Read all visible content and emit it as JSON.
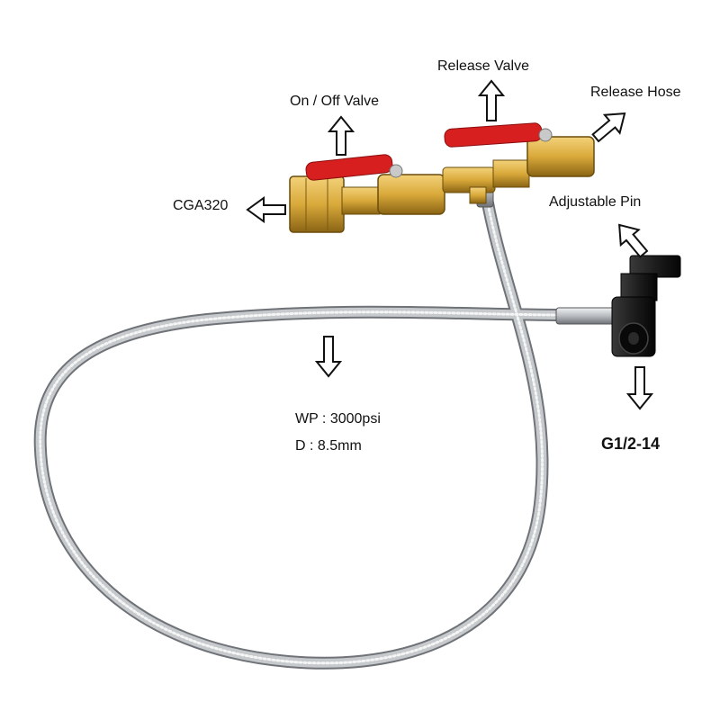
{
  "labels": {
    "release_valve": "Release Valve",
    "on_off_valve": "On / Off Valve",
    "release_hose": "Release Hose",
    "cga320": "CGA320",
    "adjustable_pin": "Adjustable Pin",
    "wp": "WP : 3000psi",
    "d": "D : 8.5mm",
    "g_thread": "G1/2-14"
  },
  "colors": {
    "brass": "#d9a93a",
    "handle_red": "#d81f1f",
    "steel_hose": "#b8bcc0",
    "adapter_black": "#1d1d1d"
  }
}
